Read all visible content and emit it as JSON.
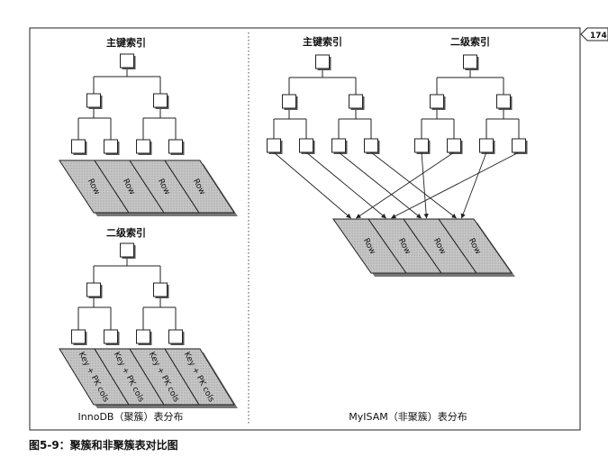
{
  "page_number": "174",
  "left_panel": {
    "primary_index_label": "主键索引",
    "secondary_index_label": "二级索引",
    "primary_leaf_rows": [
      "Row",
      "Row",
      "Row",
      "Row"
    ],
    "secondary_leaf_rows": [
      "Key + PK cols",
      "Key + PK cols",
      "Key + PK cols",
      "Key + PK cols"
    ],
    "caption": "InnoDB（聚簇）表分布"
  },
  "right_panel": {
    "primary_index_label": "主键索引",
    "secondary_index_label": "二级索引",
    "table_rows": [
      "Row",
      "Row",
      "Row",
      "Row"
    ],
    "caption": "MyISAM（非聚簇）表分布"
  },
  "figure_caption": "图5-9：聚簇和非聚簇表对比图",
  "colors": {
    "row_fill": "#bdbdbd",
    "line": "#222222"
  }
}
